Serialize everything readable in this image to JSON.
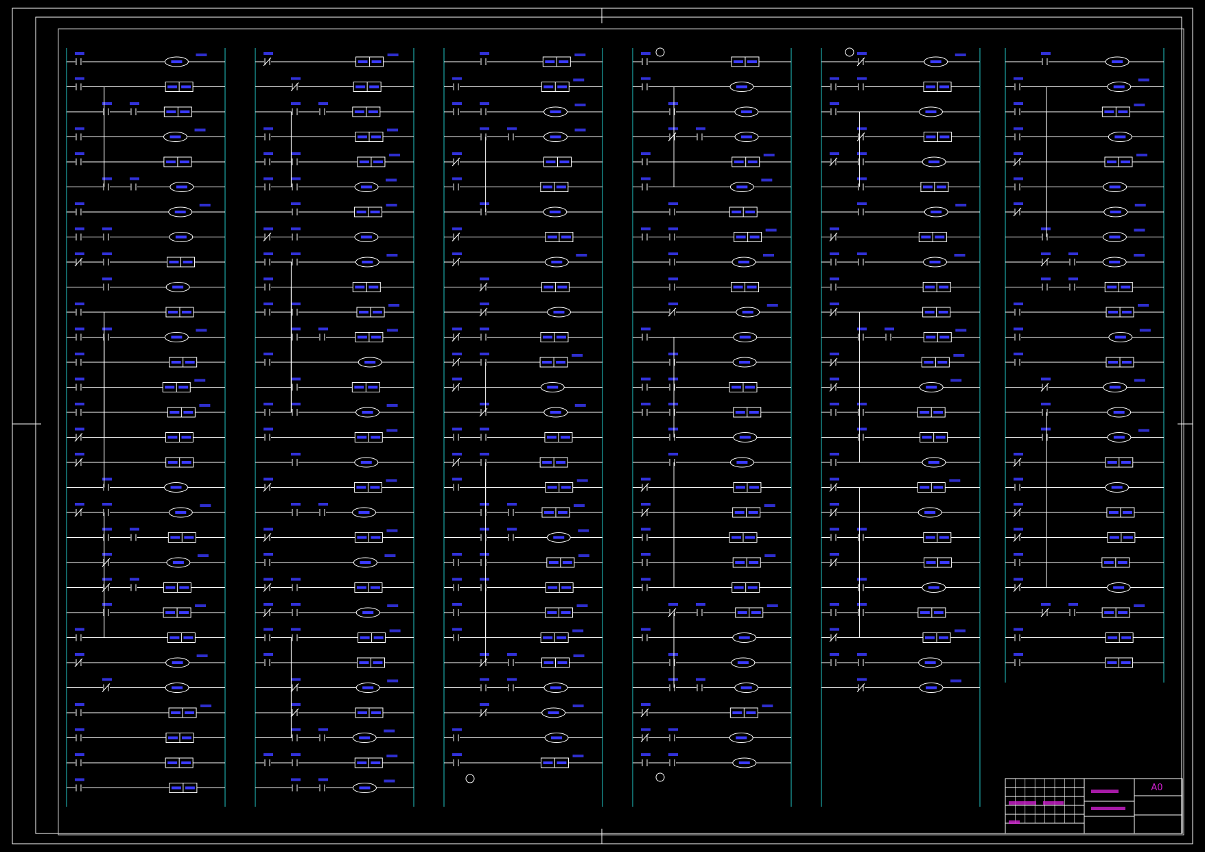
{
  "colors": {
    "background": "#000000",
    "frame": "#ffffff",
    "ladder_line": "#ffffff",
    "power_rail": "#22c8c8",
    "label": "#3a3aff",
    "title_block_text": "#d020d0"
  },
  "ladder_rungs_per_column": [
    30,
    30,
    29,
    29,
    26,
    25
  ],
  "title_block": {
    "sheet_size": "A0"
  }
}
